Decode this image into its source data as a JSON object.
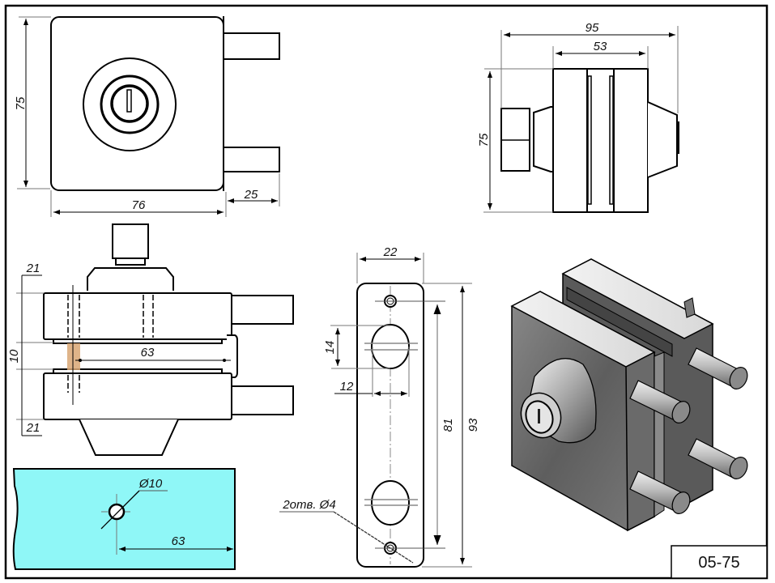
{
  "drawing": {
    "title_block_code": "05-75",
    "colors": {
      "glass": "#8ff7f7",
      "highlight": "#d9a774",
      "line": "#000000",
      "iso_body": "#707070"
    },
    "front_view": {
      "height_label": "75",
      "width_label": "76",
      "pin_protrusion_label": "25"
    },
    "side_view": {
      "overall_width_label": "95",
      "body_width_label": "53",
      "height_label": "75"
    },
    "top_view": {
      "top_thickness_label": "21",
      "glass_gap_label": "10",
      "bottom_thickness_label": "21",
      "pin_offset_label": "63"
    },
    "strike_plate": {
      "width_label": "22",
      "slot_height_label": "14",
      "slot_width_label": "12",
      "hole_spacing_label": "81",
      "overall_length_label": "93",
      "holes_note": "2отв. Ø4"
    },
    "glass_cutout": {
      "hole_diameter_label": "Ø10",
      "edge_offset_label": "63"
    }
  }
}
